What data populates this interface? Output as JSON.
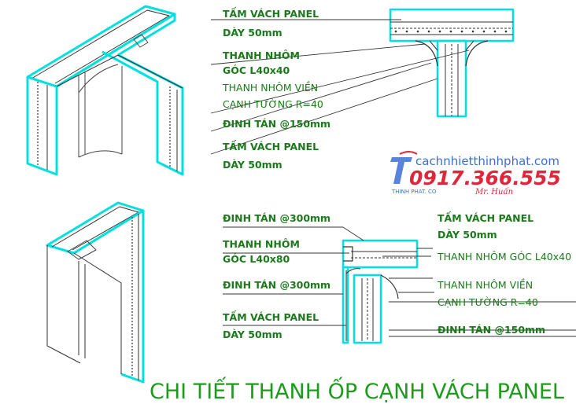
{
  "colors": {
    "label": "#1a7a1a",
    "panel": "#00e0e0",
    "line": "#222222",
    "title": "#1f9a1f",
    "watermark_red": "#e0263a",
    "watermark_blue": "#3b6fd6"
  },
  "top": {
    "labels": {
      "tam_vach_1": "TẤM VÁCH PANEL",
      "day_1": "DÀY 50mm",
      "thanh_nhom": "THANH NHÔM",
      "goc": "GÓC L40x40",
      "thanh_nhom_vien": "THANH NHÔM VIỀN",
      "canh_tuong": "CẠNH TƯỜNG R=40",
      "dinh_tan": "ĐINH TÁN @150mm",
      "tam_vach_2": "TẤM VÁCH PANEL",
      "day_2": "DÀY 50mm"
    }
  },
  "bottom": {
    "labels": {
      "dinh_tan_1": "ĐINH TÁN @300mm",
      "thanh_nhom": "THANH NHÔM",
      "goc": "GÓC L40x80",
      "dinh_tan_2": "ĐINH TÁN @300mm",
      "tam_vach_left": "TẤM VÁCH PANEL",
      "day_left": "DÀY 50mm",
      "tam_vach_right": "TẤM VÁCH PANEL",
      "day_right": "DÀY 50mm",
      "thanh_nhom_goc": "THANH NHÔM GÓC L40x40",
      "thanh_nhom_vien": "THANH NHÔM VIỀN",
      "canh_tuong": "CẠNH TƯỜNG R=40",
      "dinh_tan_3": "ĐINH TÁN @150mm"
    }
  },
  "title": "CHI TIẾT THANH ỐP CẠNH VÁCH PANEL",
  "watermark": {
    "site": "cachnhietthinhphat.com",
    "phone": "0917.366.555",
    "company": "THINH PHAT. CO",
    "contact": "Mr. Huấn"
  }
}
